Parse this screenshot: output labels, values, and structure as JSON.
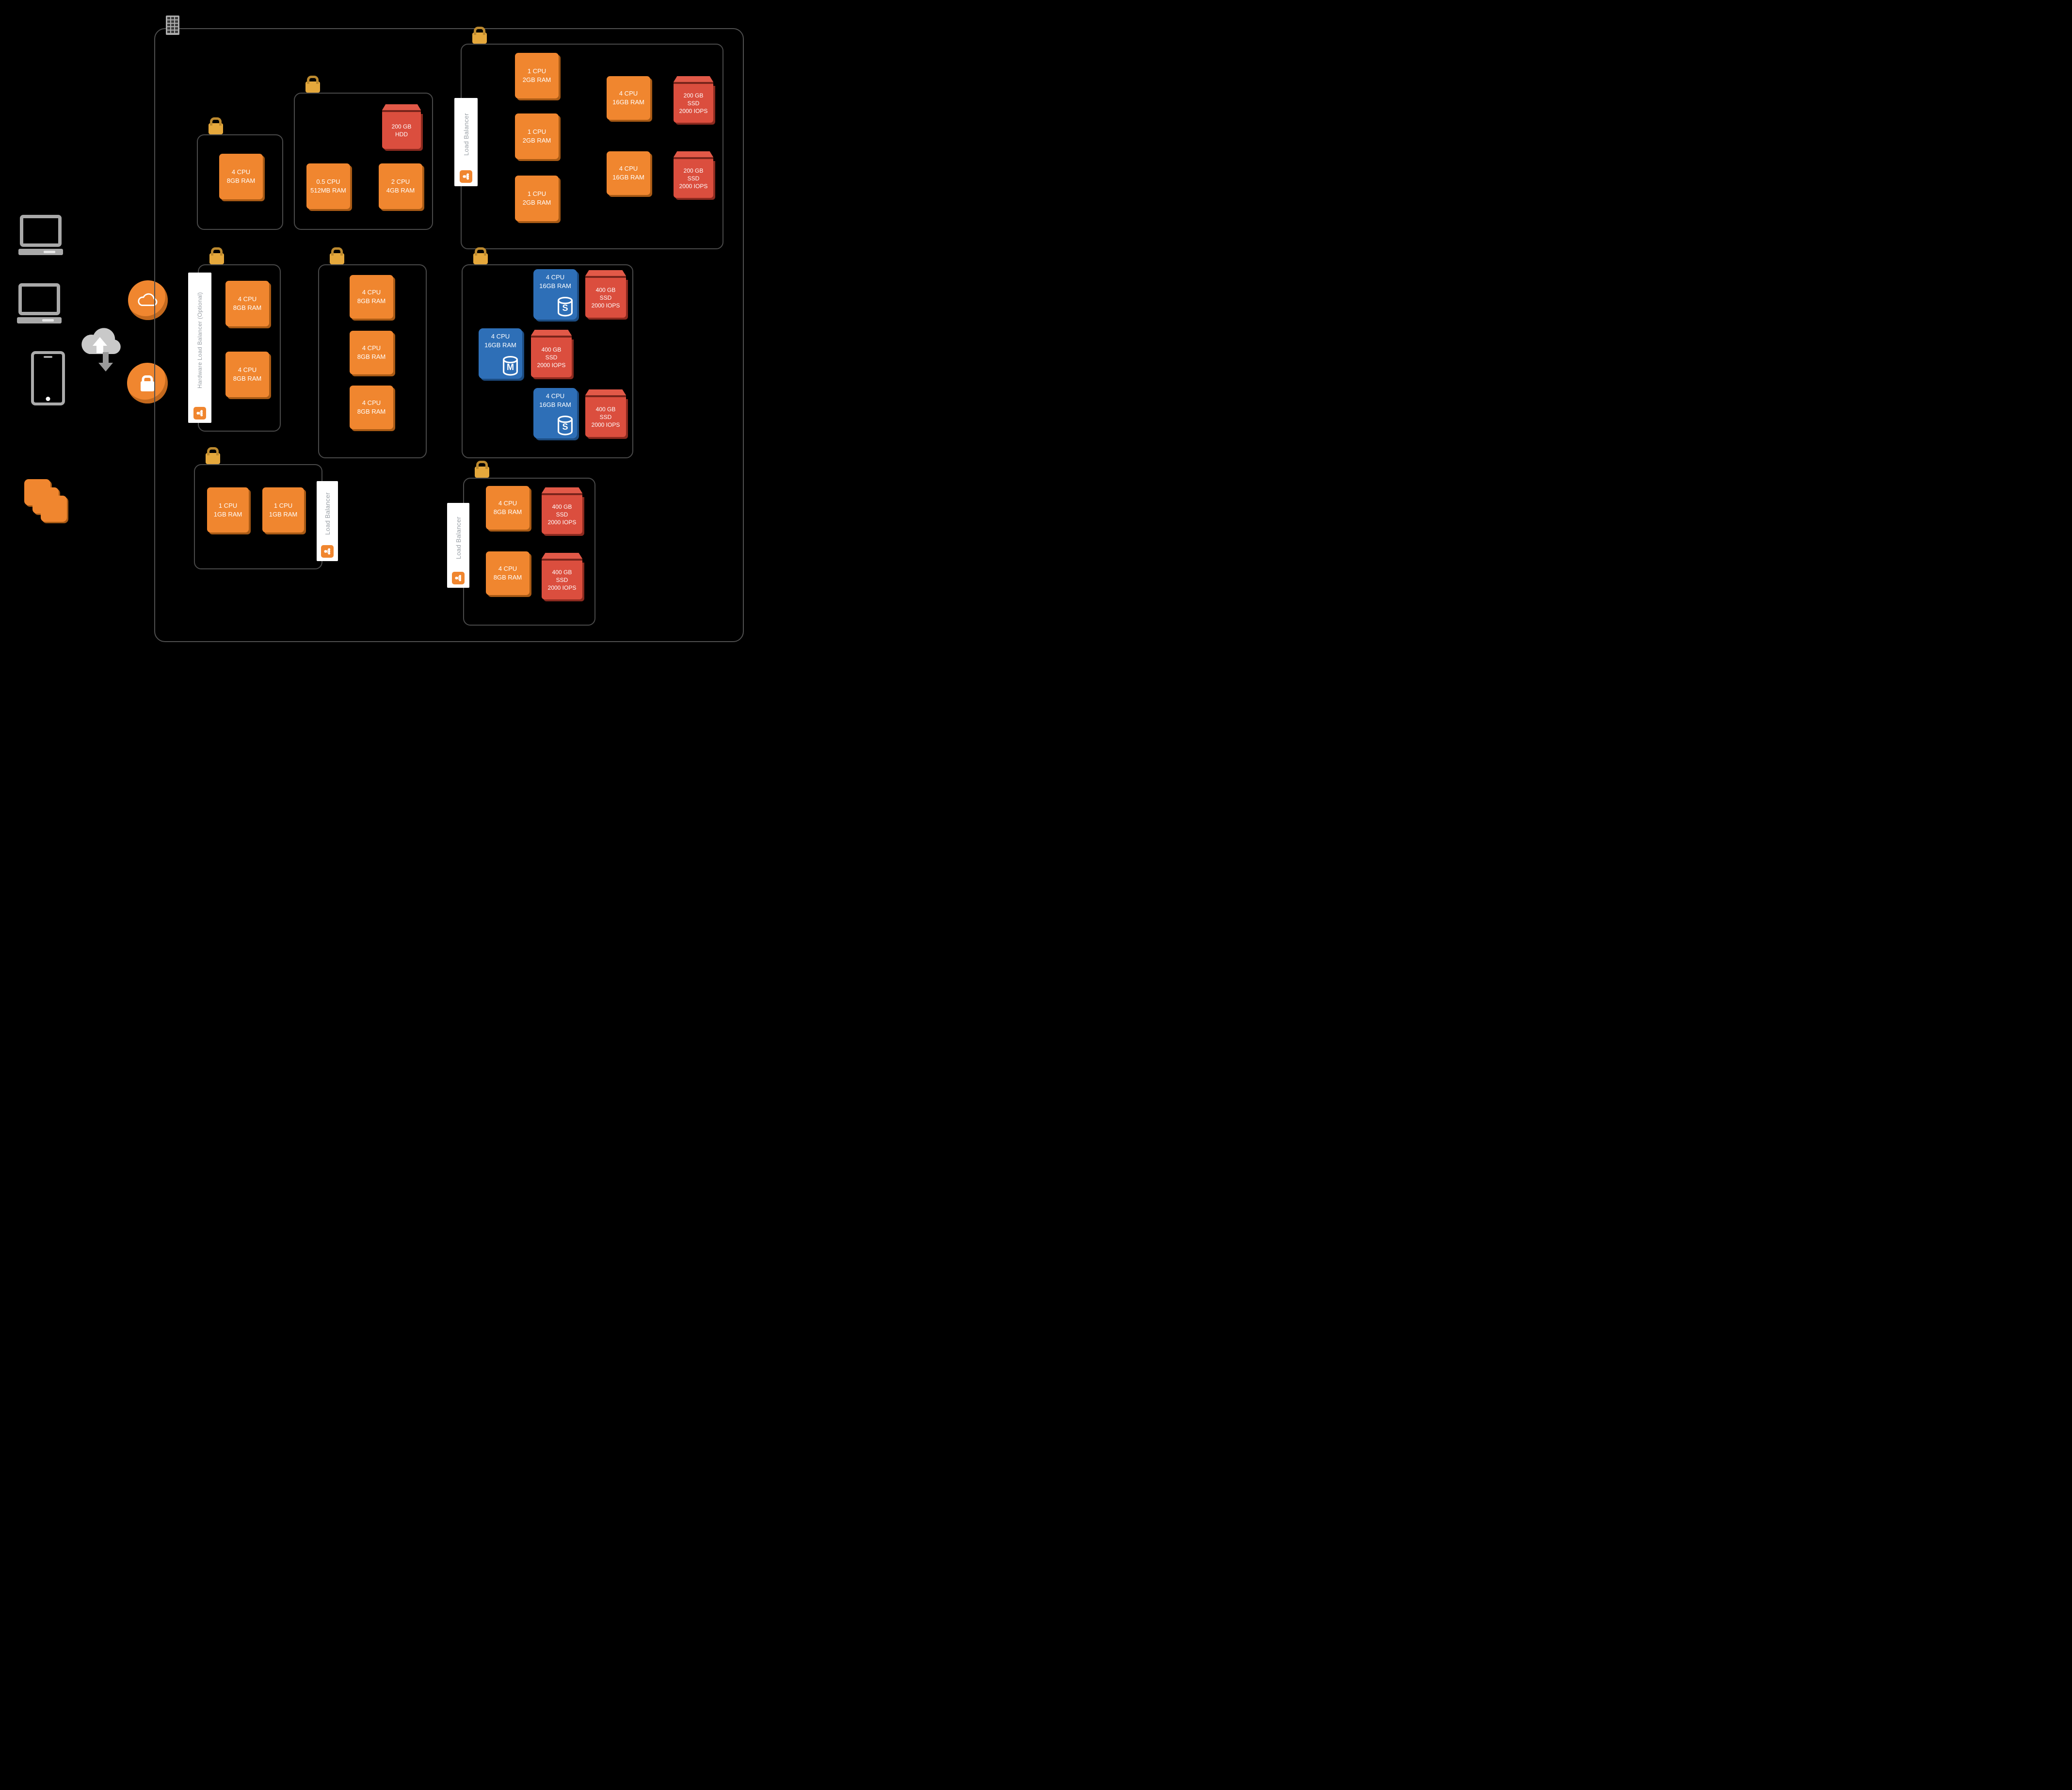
{
  "colors": {
    "background": "#000000",
    "boundary_border": "#4A4A4A",
    "instance_orange": "#F0862F",
    "storage_red": "#DB4E3E",
    "database_blue": "#2E6FB7",
    "lock_gold": "#E5A83C",
    "label_text_gray": "#9AA0A6",
    "device_gray": "#A9A9A9"
  },
  "icons": {
    "datacenter": "datacenter-building-icon",
    "security": "padlock-icon",
    "public_cloud": "cloud-circle-icon",
    "secure_access": "lock-circle-icon",
    "data_transfer": "cloud-up-down-arrows-icon",
    "load_balancer": "network-share-icon",
    "database": "database-cylinder-icon",
    "clients": [
      "laptop-icon",
      "laptop-icon",
      "smartphone-icon",
      "image-stack-icon"
    ]
  },
  "groups": {
    "group_a": {
      "items": [
        {
          "type": "instance",
          "label": "4 CPU\n8GB RAM"
        }
      ]
    },
    "group_b": {
      "items": [
        {
          "type": "storage",
          "label": "200 GB\nHDD"
        },
        {
          "type": "instance",
          "label": "0.5 CPU\n512MB RAM"
        },
        {
          "type": "instance",
          "label": "2 CPU\n4GB RAM"
        }
      ]
    },
    "group_c": {
      "balancer": "Load Balancer",
      "items": [
        {
          "type": "instance",
          "label": "1 CPU\n2GB RAM"
        },
        {
          "type": "instance",
          "label": "1 CPU\n2GB RAM"
        },
        {
          "type": "instance",
          "label": "1 CPU\n2GB RAM"
        },
        {
          "type": "instance",
          "label": "4 CPU\n16GB RAM"
        },
        {
          "type": "instance",
          "label": "4 CPU\n16GB RAM"
        },
        {
          "type": "storage",
          "label": "200 GB\nSSD\n2000 IOPS"
        },
        {
          "type": "storage",
          "label": "200 GB\nSSD\n2000 IOPS"
        }
      ]
    },
    "group_d": {
      "balancer": "Hardware Load Balancer (Optional)",
      "items": [
        {
          "type": "instance",
          "label": "4 CPU\n8GB RAM"
        },
        {
          "type": "instance",
          "label": "4 CPU\n8GB RAM"
        }
      ]
    },
    "group_e": {
      "items": [
        {
          "type": "instance",
          "label": "4 CPU\n8GB RAM"
        },
        {
          "type": "instance",
          "label": "4 CPU\n8GB RAM"
        },
        {
          "type": "instance",
          "label": "4 CPU\n8GB RAM"
        }
      ]
    },
    "group_f": {
      "items": [
        {
          "type": "database",
          "label": "4 CPU\n16GB RAM",
          "letter": "S"
        },
        {
          "type": "storage",
          "label": "400 GB\nSSD\n2000 IOPS"
        },
        {
          "type": "database",
          "label": "4 CPU\n16GB RAM",
          "letter": "M"
        },
        {
          "type": "storage",
          "label": "400 GB\nSSD\n2000 IOPS"
        },
        {
          "type": "database",
          "label": "4 CPU\n16GB RAM",
          "letter": "S"
        },
        {
          "type": "storage",
          "label": "400 GB\nSSD\n2000 IOPS"
        }
      ]
    },
    "group_g": {
      "balancer": "Load Balancer",
      "items": [
        {
          "type": "instance",
          "label": "1 CPU\n1GB RAM"
        },
        {
          "type": "instance",
          "label": "1 CPU\n1GB RAM"
        }
      ]
    },
    "group_h": {
      "balancer": "Load Balancer",
      "items": [
        {
          "type": "instance",
          "label": "4 CPU\n8GB RAM"
        },
        {
          "type": "storage",
          "label": "400 GB\nSSD\n2000 IOPS"
        },
        {
          "type": "instance",
          "label": "4 CPU\n8GB RAM"
        },
        {
          "type": "storage",
          "label": "400 GB\nSSD\n2000 IOPS"
        }
      ]
    }
  }
}
